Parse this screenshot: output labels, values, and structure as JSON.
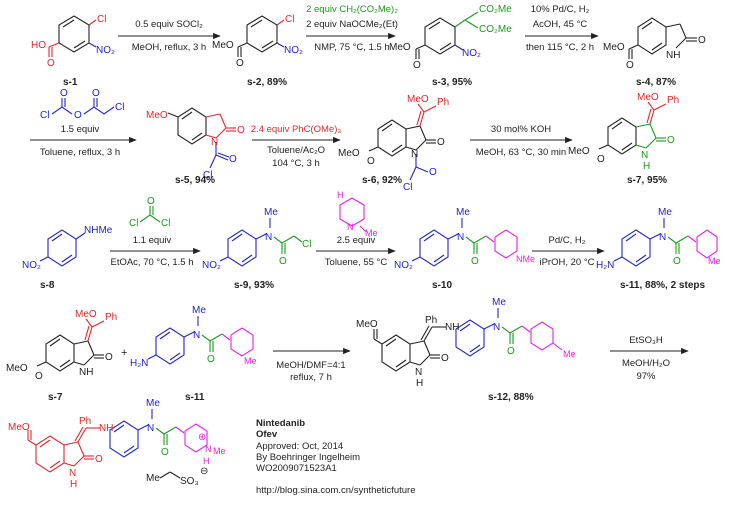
{
  "colors": {
    "red": "#e0262b",
    "blue": "#2222cc",
    "green": "#1a9a1a",
    "magenta": "#e61ee6",
    "black": "#222222"
  },
  "rows": [
    {
      "steps": [
        {
          "top": "0.5 equiv SOCl₂",
          "bottom": "MeOH, reflux, 3 h"
        },
        {
          "top": "2 equiv CH₂(CO₂Me)₂",
          "top2": "2 equiv NaOCMe₂(Et)",
          "bottom": "NMP, 75 °C, 1.5 h"
        },
        {
          "top": "10% Pd/C, H₂",
          "top2": "AcOH, 45 °C",
          "bottom": "then 115 °C, 2 h"
        }
      ],
      "labels": [
        "s-1",
        "s-2, 89%",
        "s-3, 95%",
        "s-4, 87%"
      ]
    },
    {
      "steps": [
        {
          "top": "1.5 equiv",
          "bottom": "Toluene, reflux, 3 h"
        },
        {
          "top": "2.4 equiv PhC(OMe)₃",
          "bottom": "Toluene/Ac₂O",
          "bottom2": "104 °C, 3 h"
        },
        {
          "top": "30 mol% KOH",
          "bottom": "MeOH, 63 °C, 30 min"
        }
      ],
      "labels": [
        "s-5, 94%",
        "s-6, 92%",
        "s-7, 95%"
      ]
    },
    {
      "steps": [
        {
          "top": "1.1 equiv",
          "bottom": "EtOAc, 70 °C, 1.5 h"
        },
        {
          "top": "2.5 equiv",
          "bottom": "Toluene, 55 °C"
        },
        {
          "top": "Pd/C, H₂",
          "bottom": "iPrOH, 20 °C"
        }
      ],
      "labels": [
        "s-8",
        "s-9, 93%",
        "s-10",
        "s-11, 88%, 2 steps"
      ]
    },
    {
      "steps": [
        {
          "top": "MeOH/DMF=4:1",
          "bottom": "reflux, 7 h"
        },
        {
          "top": "EtSO₃H",
          "bottom": "MeOH/H₂O",
          "bottom2": "97%"
        }
      ],
      "labels": [
        "s-7",
        "s-11",
        "s-12, 88%"
      ]
    }
  ],
  "atoms": {
    "cl": "Cl",
    "no2": "NO₂",
    "ho": "HO",
    "o": "O",
    "meo": "MeO",
    "nh": "NH",
    "h": "H",
    "n": "N",
    "me": "Me",
    "ph": "Ph",
    "co2me": "CO₂Me",
    "nhme": "NHMe",
    "h2n": "H₂N",
    "nme": "NMe",
    "plus": "+",
    "so3": "SO₃",
    "minus": "⊖",
    "pluscharge": "⊕"
  },
  "drug": {
    "name": "Nintedanib",
    "brand": "Ofev",
    "approved": "Approved: Oct, 2014",
    "company": "By Boehringer Ingelheim",
    "patent": "WO2009071523A1",
    "url": "http://blog.sina.com.cn/syntheticfuture"
  }
}
